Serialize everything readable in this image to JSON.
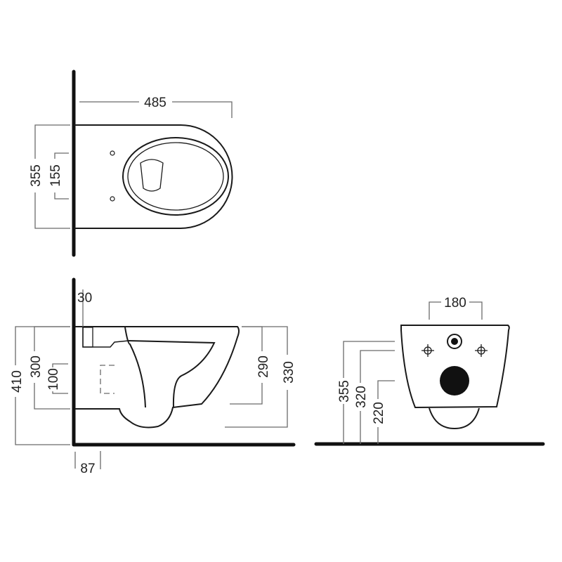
{
  "top_view": {
    "width": "485",
    "depth_overall": "355",
    "fixing_spacing": "155"
  },
  "side_view": {
    "overall_height": "410",
    "waste_center_height": "300",
    "waste_opening": "100",
    "wall_offset_top": "30",
    "rim_to_bottom": "290",
    "rim_to_lowest": "330",
    "outlet_projection": "87"
  },
  "rear_view": {
    "fixing_spacing": "180",
    "inlet_height": "355",
    "fixing_height": "320",
    "outlet_height": "220"
  }
}
